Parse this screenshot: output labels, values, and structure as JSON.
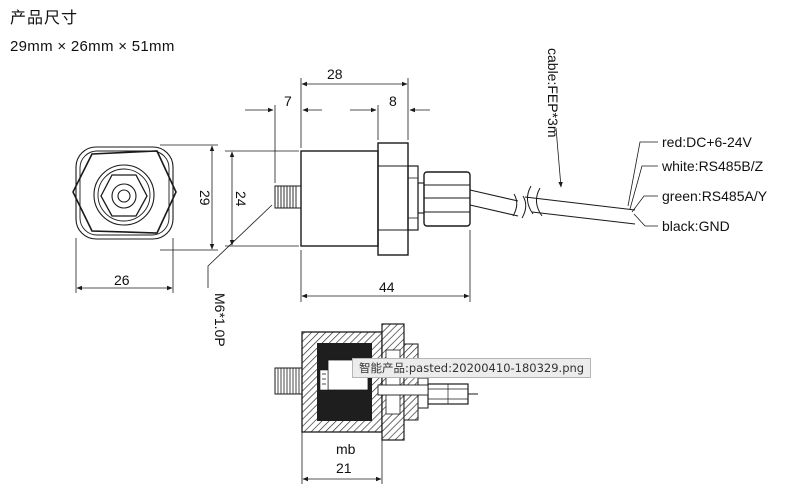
{
  "heading": {
    "title": "产品尺寸",
    "dimensions": "29mm × 26mm × 51mm"
  },
  "front_view": {
    "width_label": "26",
    "height_label": "29"
  },
  "side_view": {
    "dim_total": "28",
    "dim_thread_len": "7",
    "dim_nut": "8",
    "dim_body_dia": "24",
    "dim_length": "44",
    "thread_spec": "M6*1.0P",
    "cable_spec": "cable:FEP*3m"
  },
  "wires": [
    {
      "label": "red:DC+6-24V"
    },
    {
      "label": "white:RS485B/Z"
    },
    {
      "label": "green:RS485A/Y"
    },
    {
      "label": "black:GND"
    }
  ],
  "section_view": {
    "label_top": "mb",
    "label_bottom": "21"
  },
  "tooltip": {
    "text": "智能产品:pasted:20200410-180329.png"
  },
  "colors": {
    "line": "#1a1a1a",
    "body_fill": "#ffffff",
    "section_dark": "#1e1e1e",
    "tooltip_bg": "#ececec"
  }
}
